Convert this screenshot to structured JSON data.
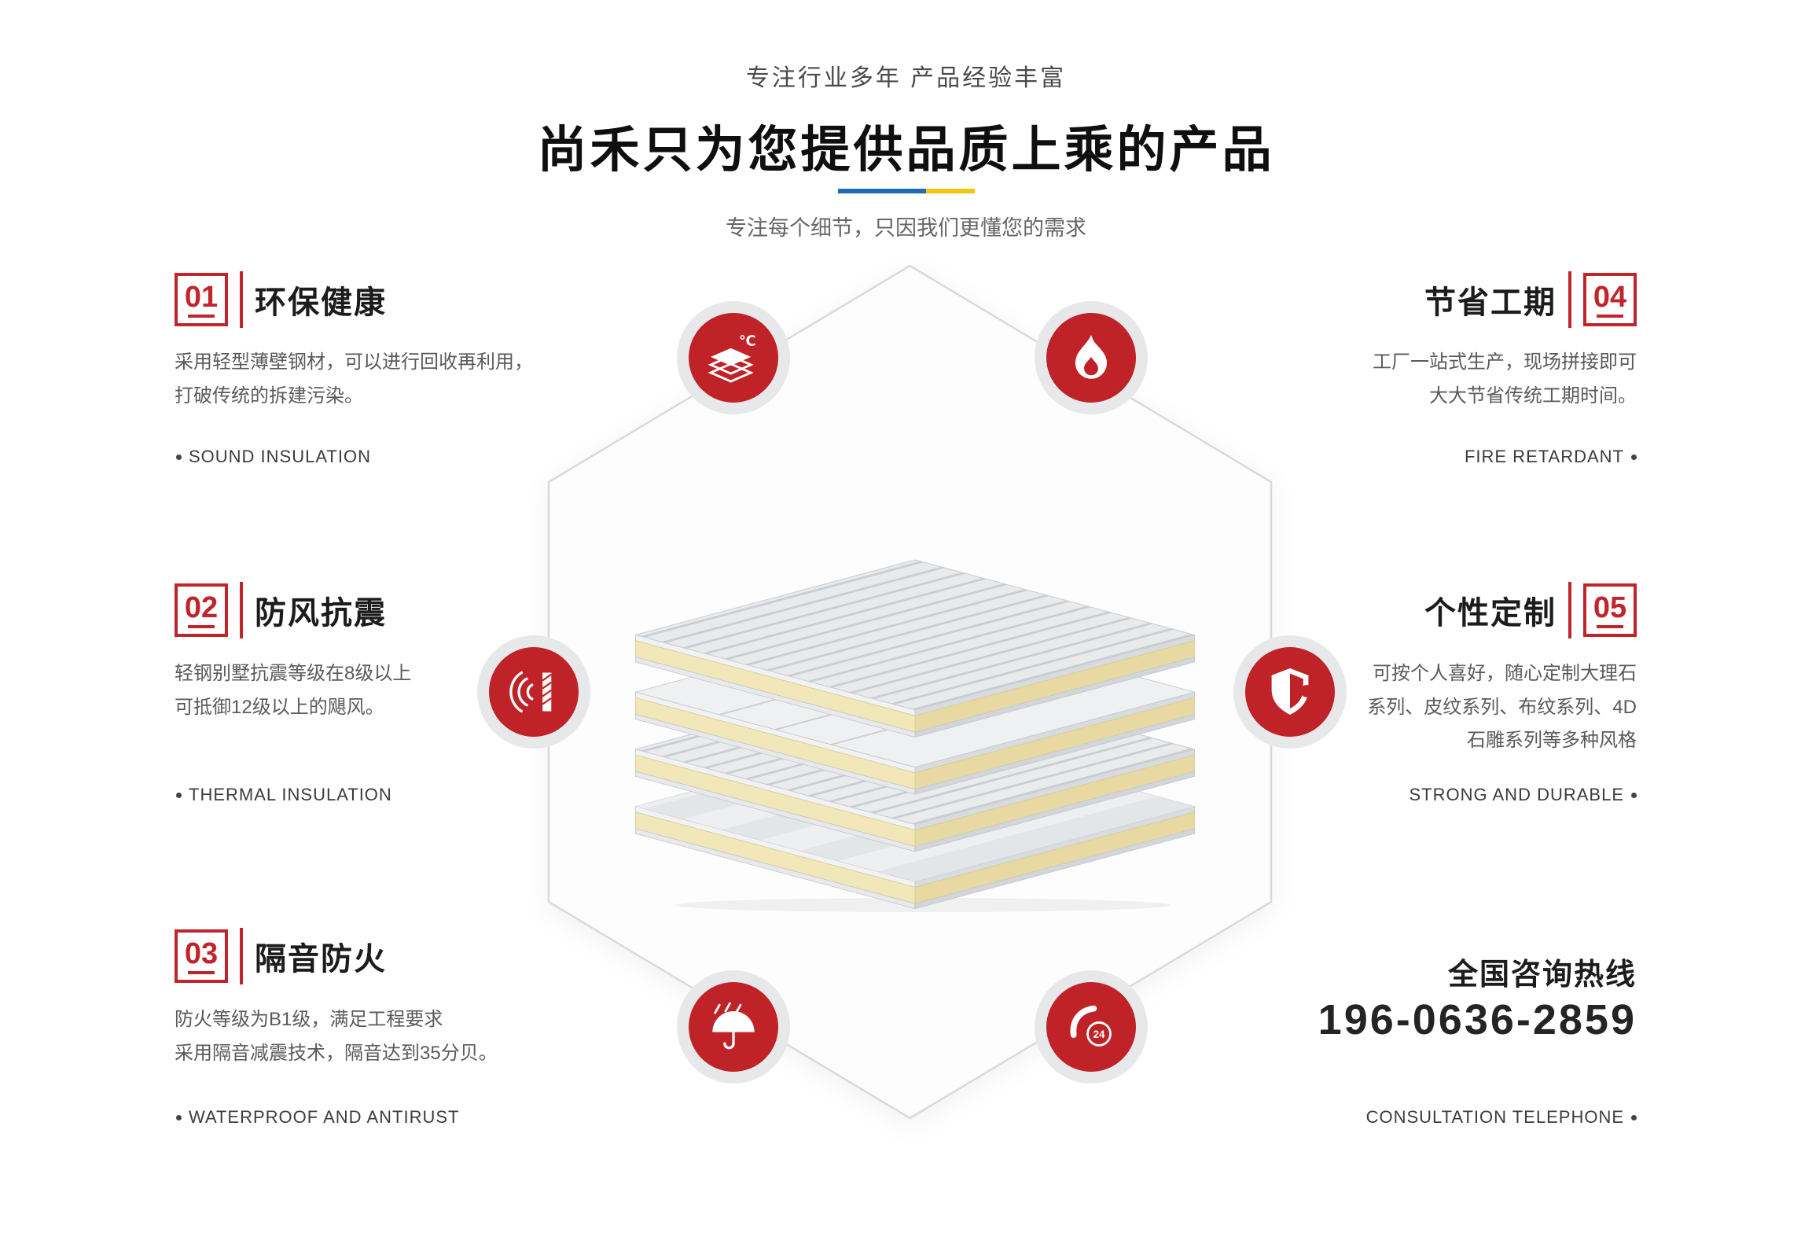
{
  "header": {
    "eyebrow": "专注行业多年 产品经验丰富",
    "title": "尚禾只为您提供品质上乘的产品",
    "tagline": "专注每个细节，只因我们更懂您的需求"
  },
  "colors": {
    "accent_red": "#bf2227",
    "divider_blue": "#1f6cb4",
    "divider_gold": "#f5c40e"
  },
  "features_left": [
    {
      "num": "01",
      "title": "环保健康",
      "desc": "采用轻型薄壁钢材，可以进行回收再利用，\n打破传统的拆建污染。",
      "tag": "SOUND INSULATION",
      "icon": "layers-temperature-icon"
    },
    {
      "num": "02",
      "title": "防风抗震",
      "desc": "轻钢别墅抗震等级在8级以上\n可抵御12级以上的飓风。",
      "tag": "THERMAL INSULATION",
      "icon": "soundproof-wall-icon"
    },
    {
      "num": "03",
      "title": "隔音防火",
      "desc": "防火等级为B1级，满足工程要求\n采用隔音减震技术，隔音达到35分贝。",
      "tag": "WATERPROOF AND ANTIRUST",
      "icon": "umbrella-rain-icon"
    }
  ],
  "features_right": [
    {
      "num": "04",
      "title": "节省工期",
      "desc": "工厂一站式生产，现场拼接即可\n大大节省传统工期时间。",
      "tag": "FIRE RETARDANT",
      "icon": "flame-icon"
    },
    {
      "num": "05",
      "title": "个性定制",
      "desc": "可按个人喜好，随心定制大理石\n系列、皮纹系列、布纹系列、4D\n石雕系列等多种风格",
      "tag": "STRONG AND DURABLE",
      "icon": "shield-icon"
    }
  ],
  "hotline": {
    "label": "全国咨询热线",
    "phone": "196-0636-2859",
    "tag": "CONSULTATION TELEPHONE",
    "icon": "phone-24-icon"
  },
  "icon_labels": {
    "temperature": "℃",
    "phone_badge": "24"
  }
}
